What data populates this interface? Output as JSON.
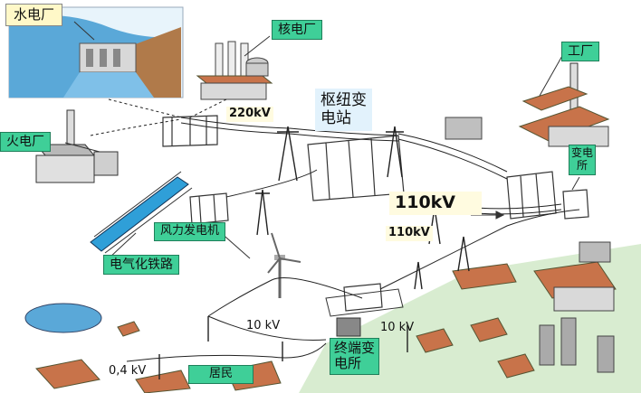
{
  "labels": {
    "hydro": "水电厂",
    "nuclear": "核电厂",
    "thermal": "火电厂",
    "factory": "工厂",
    "factory_substation": "变电所",
    "hub_line1": "枢纽变",
    "hub_line2": "电站",
    "wind": "风力发电机",
    "railway": "电气化铁路",
    "residents": "居民",
    "terminal_line1": "终端变",
    "terminal_line2": "电所",
    "v220": "220kV",
    "v110_big": "110kV",
    "v110_small": "110kV",
    "v10_left": "10 kV",
    "v10_right": "10 kV",
    "v04": "0,4 kV"
  },
  "colors": {
    "label_green": "#3fcf98",
    "label_yellow": "#fff8c8",
    "label_blue": "#e2f2fc",
    "water": "#5aa8d8",
    "roof": "#c8734a",
    "grass": "#d8ecd0"
  }
}
